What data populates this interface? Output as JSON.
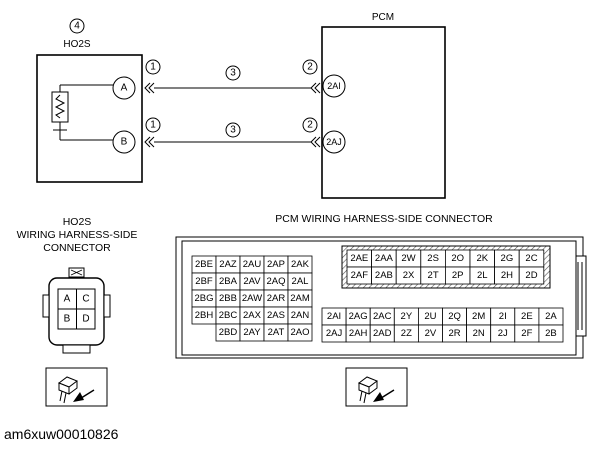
{
  "components": {
    "ho2s": {
      "callout": "4",
      "label": "HO2S"
    },
    "pcm": {
      "label": "PCM"
    }
  },
  "wiring": [
    {
      "from_pin": "A",
      "to_pin": "2AI",
      "callout_left": "1",
      "callout_mid": "3",
      "callout_right": "2"
    },
    {
      "from_pin": "B",
      "to_pin": "2AJ",
      "callout_left": "1",
      "callout_mid": "3",
      "callout_right": "2"
    }
  ],
  "ho2s_connector": {
    "title_lines": [
      "HO2S",
      "WIRING HARNESS-SIDE",
      "CONNECTOR"
    ],
    "pins": [
      [
        "A",
        "C"
      ],
      [
        "B",
        "D"
      ]
    ]
  },
  "pcm_connector": {
    "title": "PCM WIRING HARNESS-SIDE CONNECTOR",
    "left_block": [
      [
        "2BE",
        "2AZ",
        "2AU",
        "2AP",
        "2AK"
      ],
      [
        "2BF",
        "2BA",
        "2AV",
        "2AQ",
        "2AL"
      ],
      [
        "2BG",
        "2BB",
        "2AW",
        "2AR",
        "2AM"
      ],
      [
        "2BH",
        "2BC",
        "2AX",
        "2AS",
        "2AN"
      ],
      [
        "",
        "2BD",
        "2AY",
        "2AT",
        "2AO"
      ]
    ],
    "hatched_block": [
      [
        "2AE",
        "2AA",
        "2W",
        "2S",
        "2O",
        "2K",
        "2G",
        "2C"
      ],
      [
        "2AF",
        "2AB",
        "2X",
        "2T",
        "2P",
        "2L",
        "2H",
        "2D"
      ]
    ],
    "bottom_block": [
      [
        "2AI",
        "2AG",
        "2AC",
        "2Y",
        "2U",
        "2Q",
        "2M",
        "2I",
        "2E",
        "2A"
      ],
      [
        "2AJ",
        "2AH",
        "2AD",
        "2Z",
        "2V",
        "2R",
        "2N",
        "2J",
        "2F",
        "2B"
      ]
    ]
  },
  "figure_id": "am6xuw00010826"
}
